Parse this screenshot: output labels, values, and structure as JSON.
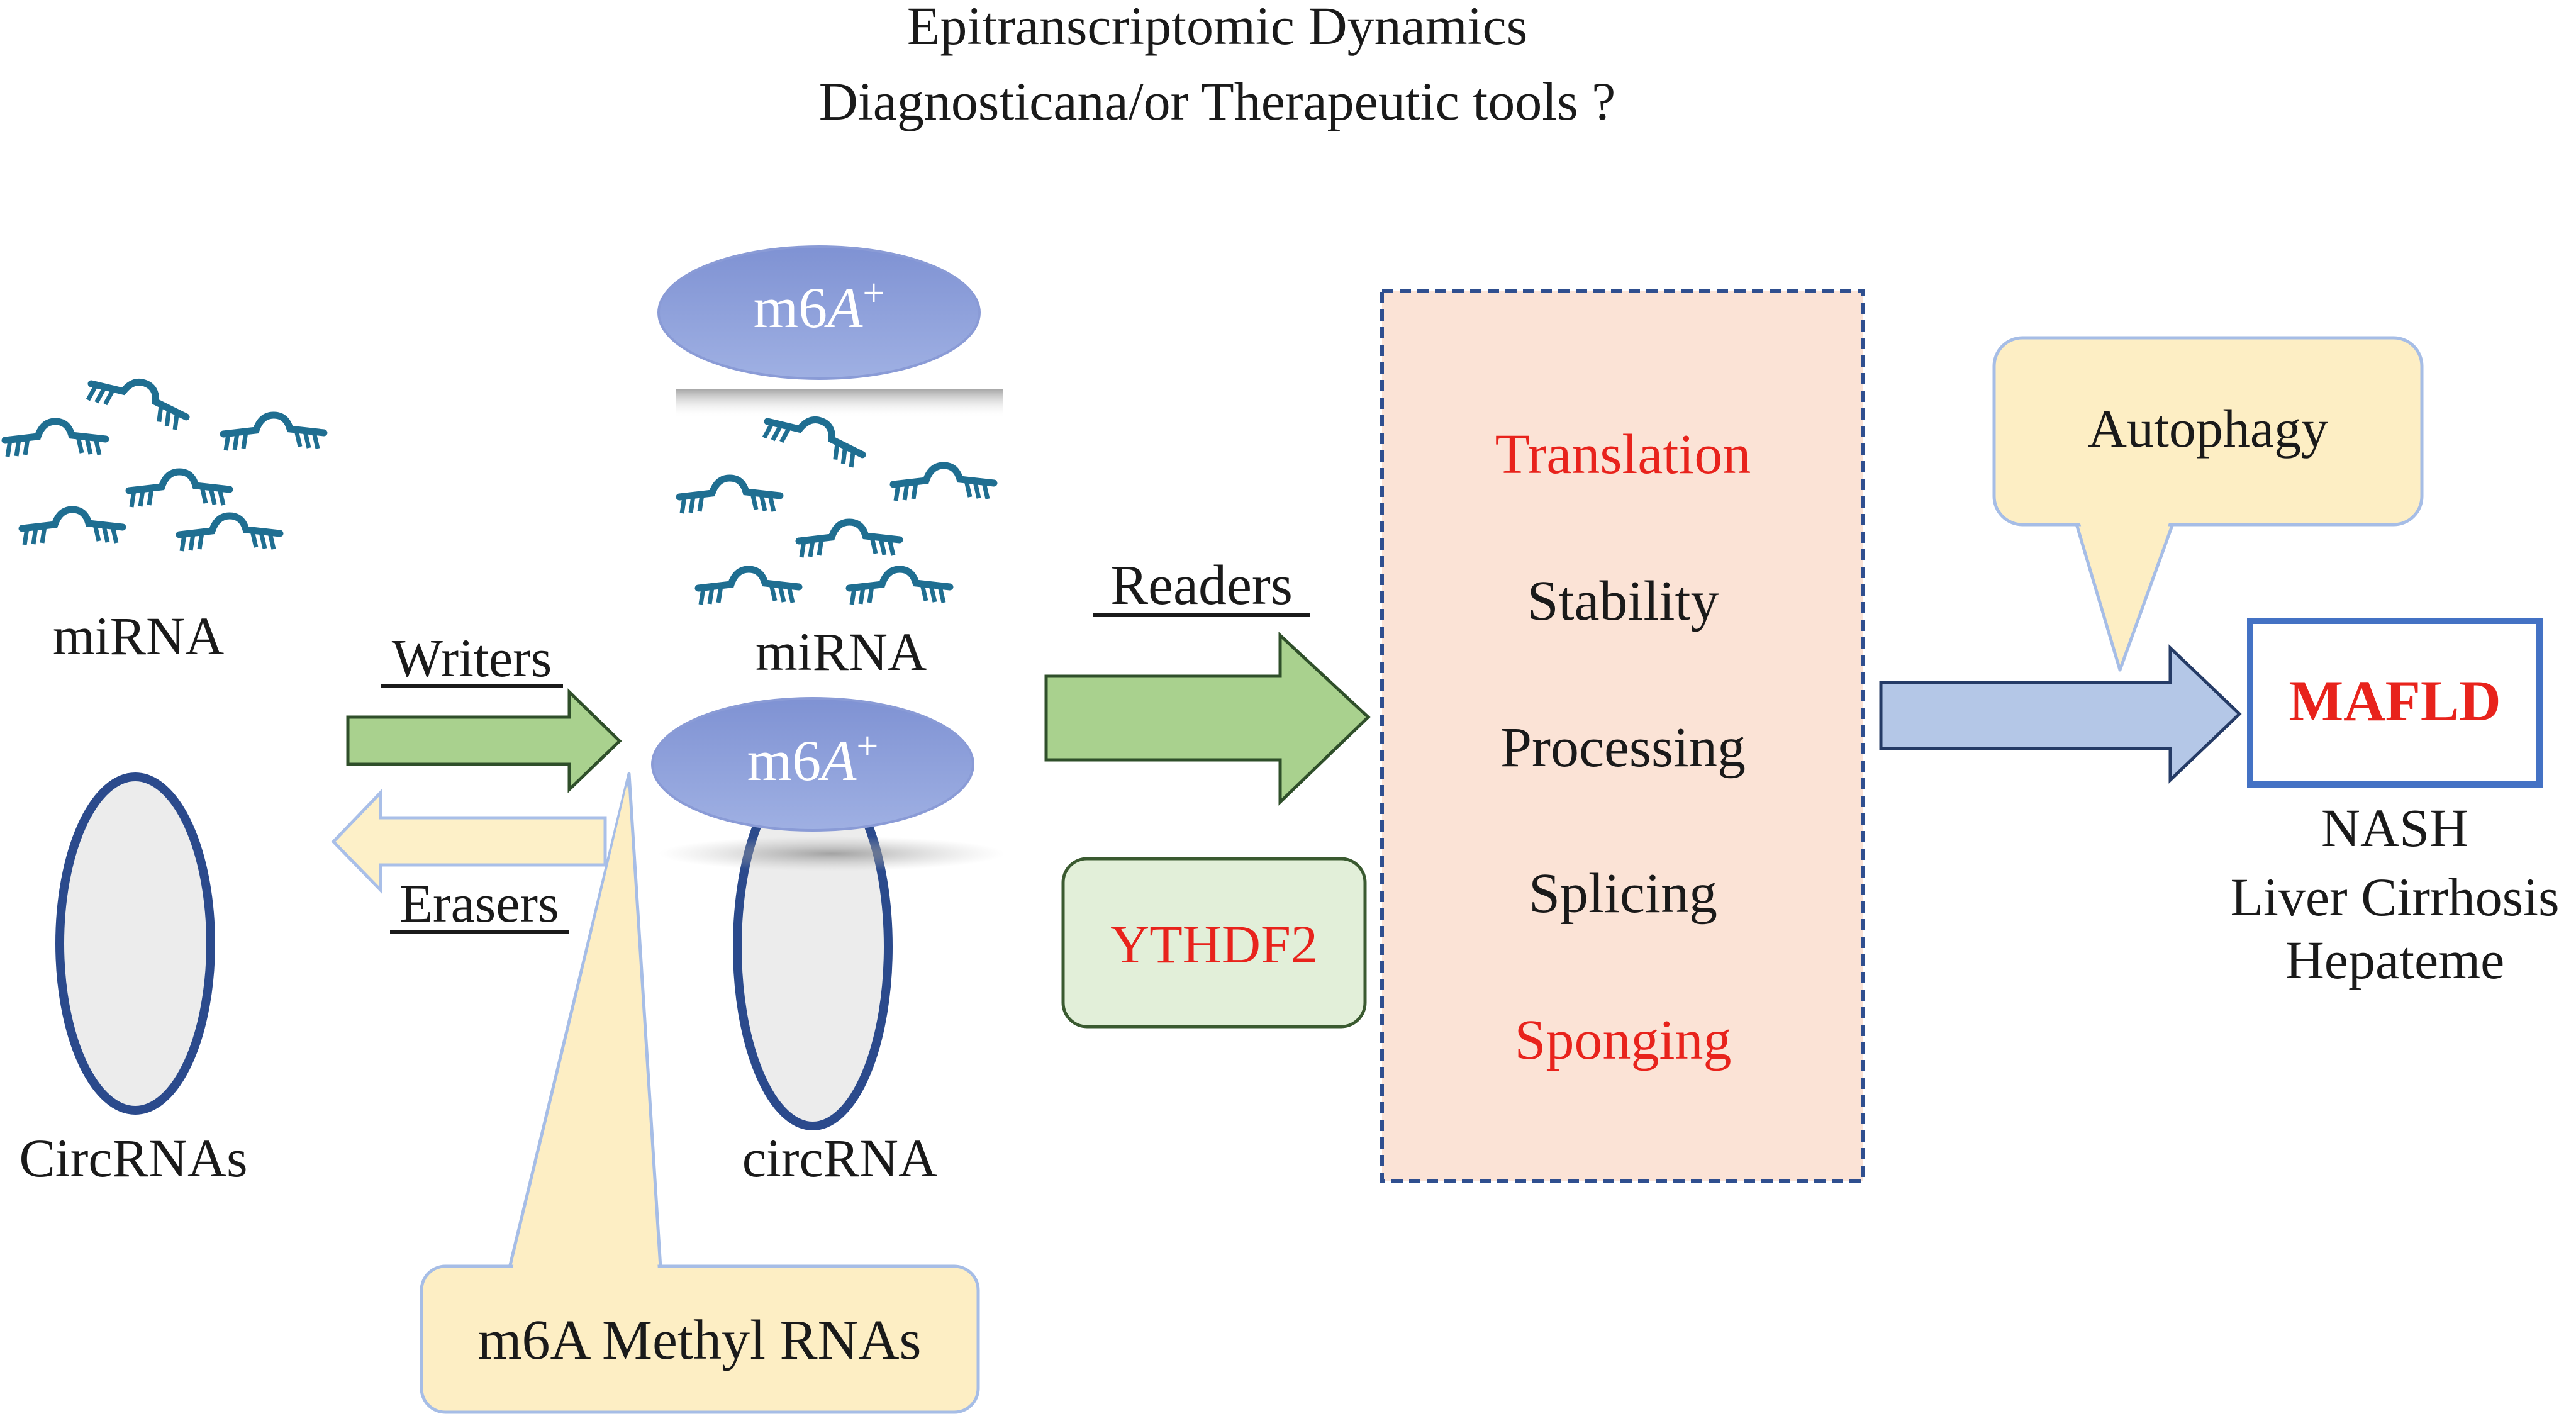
{
  "header": {
    "title_line1": "Epitranscriptomic Dynamics",
    "title_line2": "Diagnosticana/or Therapeutic tools ?"
  },
  "left": {
    "mirna_label": "miRNA",
    "circrna_label": "CircRNAs"
  },
  "middle": {
    "writers_label": "Writers",
    "erasers_label": "Erasers",
    "m6a_prefix": "m6",
    "m6a_italic": "A",
    "m6a_sup": "+",
    "mirna_label": "miRNA",
    "circrna_label": "circRNA",
    "callout_label": "m6A Methyl RNAs"
  },
  "readers": {
    "label": "Readers",
    "ythdf2_label": "YTHDF2"
  },
  "process_box": {
    "items": [
      {
        "label": "Translation",
        "color": "#e8231c"
      },
      {
        "label": "Stability",
        "color": "#1a1a1a"
      },
      {
        "label": "Processing",
        "color": "#1a1a1a"
      },
      {
        "label": "Splicing",
        "color": "#1a1a1a"
      },
      {
        "label": "Sponging",
        "color": "#e8231c"
      }
    ]
  },
  "outcome": {
    "autophagy_label": "Autophagy",
    "mafld_label": "MAFLD",
    "diseases": [
      "NASH",
      "Liver Cirrhosis",
      "Hepateme"
    ]
  },
  "colors": {
    "rna_teal": "#1f6e91",
    "oval_blue": "#8c9fd9",
    "circ_stroke": "#2b4a8c",
    "circ_fill": "#ececec",
    "green_arrow": "#a9d18e",
    "green_stroke": "#2f4f2a",
    "eraser_fill": "#fdf0c8",
    "eraser_stroke": "#a9bfe8",
    "callout_fill": "#fdeec4",
    "callout_stroke": "#a6bde6",
    "process_fill": "#fbe3d6",
    "process_stroke": "#2f4f8f",
    "ythdf2_fill": "#e2efd9",
    "ythdf2_stroke": "#3a5a30",
    "blue_arrow": "#b4c7e7",
    "blue_arrow_stroke": "#253b66",
    "mafld_stroke": "#4472c4",
    "accent_red": "#e8231c"
  },
  "icons": [
    "rna-hairpin-icon"
  ]
}
